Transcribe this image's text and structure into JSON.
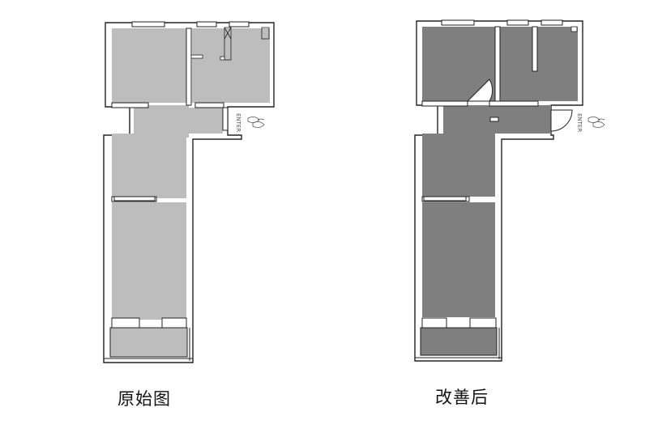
{
  "captions": {
    "before": "原始图",
    "after": "改善后"
  },
  "entry_label": "ENTER",
  "colors": {
    "before_floor": "#bdbdbd",
    "after_floor": "#7f7f7f",
    "wall": "#ffffff",
    "outline": "#222222",
    "background": "#ffffff"
  },
  "icons": {
    "entry_marker": "shoes-icon"
  }
}
